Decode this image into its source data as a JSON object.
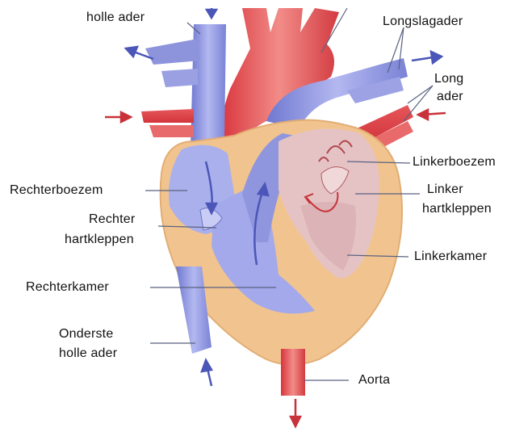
{
  "colors": {
    "vein_blue": "#7f86d8",
    "vein_blue_light": "#b8bcf0",
    "artery_red": "#e0444a",
    "artery_red_light": "#f08a88",
    "muscle_tan": "#f1c48f",
    "chamber_left": "#e8c7c8",
    "chamber_right": "#aab0ec",
    "leader_line": "#5a6280"
  },
  "labels": {
    "superior_vena_cava": "holle ader",
    "pulmonary_artery": "Longslagader",
    "pulmonary_vein_line1": "Long",
    "pulmonary_vein_line2": "ader",
    "left_atrium": "Linkerboezem",
    "left_valves_line1": "Linker",
    "left_valves_line2": "hartkleppen",
    "left_ventricle": "Linkerkamer",
    "right_atrium": "Rechterboezem",
    "right_valves_line1": "Rechter",
    "right_valves_line2": "hartkleppen",
    "right_ventricle": "Rechterkamer",
    "inferior_vena_cava_line1": "Onderste",
    "inferior_vena_cava_line2": "holle ader",
    "aorta": "Aorta"
  }
}
